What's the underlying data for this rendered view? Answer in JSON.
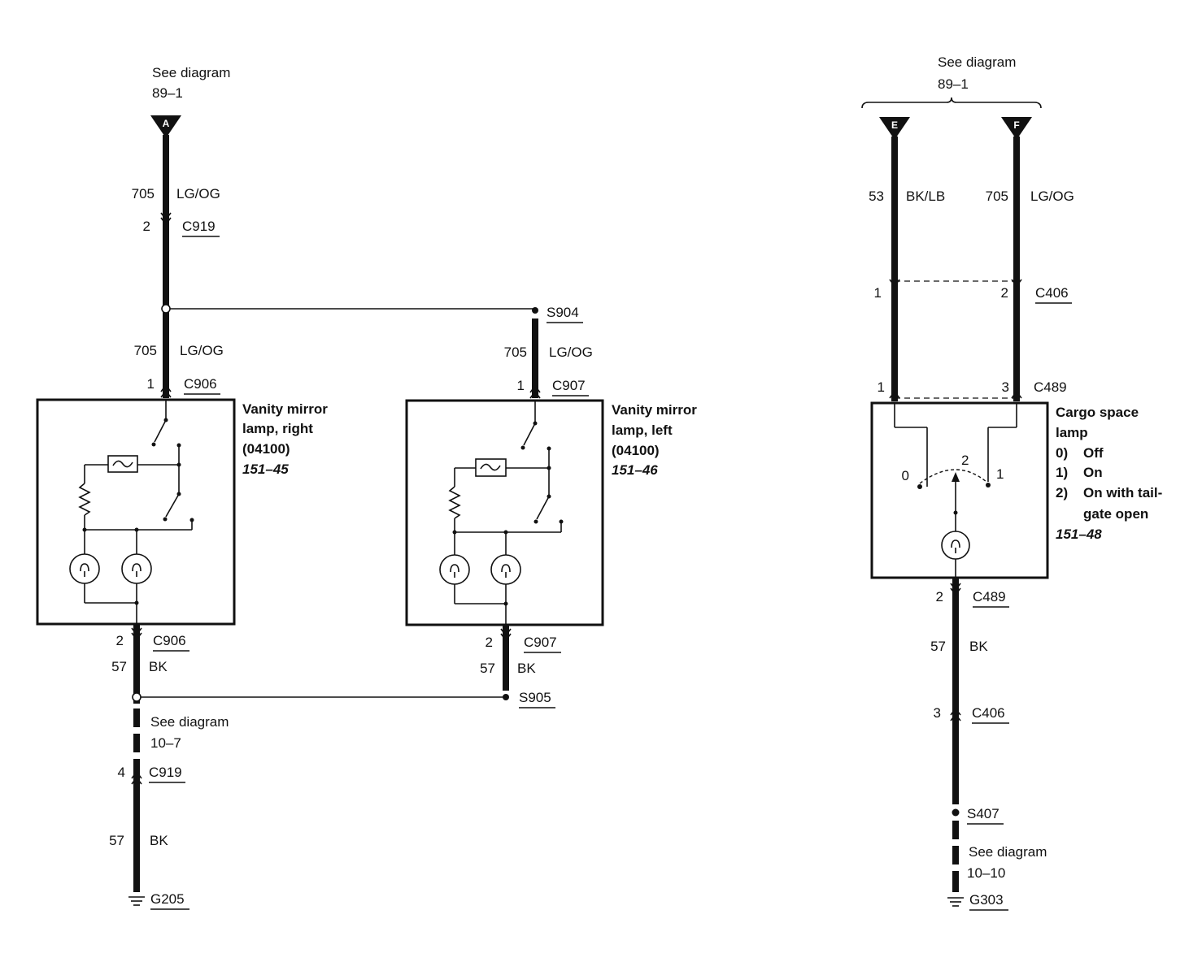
{
  "refs": {
    "top_left": {
      "label": "See diagram",
      "num": "89–1",
      "conn": "A"
    },
    "top_right": {
      "label": "See diagram",
      "num": "89–1",
      "conn_e": "E",
      "conn_f": "F"
    },
    "bottom_left": {
      "label": "See diagram",
      "num": "10–7"
    },
    "bottom_right": {
      "label": "See diagram",
      "num": "10–10"
    }
  },
  "left": {
    "w1": {
      "circuit": "705",
      "color": "LG/OG"
    },
    "c919_top": {
      "pin": "2",
      "name": "C919"
    },
    "w2": {
      "circuit": "705",
      "color": "LG/OG"
    },
    "c906_top": {
      "pin": "1",
      "name": "C906"
    },
    "comp": {
      "l1": "Vanity mirror",
      "l2": "lamp, right",
      "l3": "(04100)",
      "ref": "151–45"
    },
    "c906_bot": {
      "pin": "2",
      "name": "C906"
    },
    "w3": {
      "circuit": "57",
      "color": "BK"
    },
    "c919_bot": {
      "pin": "4",
      "name": "C919"
    },
    "w4": {
      "circuit": "57",
      "color": "BK"
    },
    "ground": "G205"
  },
  "middle": {
    "splice_top": "S904",
    "w1": {
      "circuit": "705",
      "color": "LG/OG"
    },
    "c907_top": {
      "pin": "1",
      "name": "C907"
    },
    "comp": {
      "l1": "Vanity mirror",
      "l2": "lamp, left",
      "l3": "(04100)",
      "ref": "151–46"
    },
    "c907_bot": {
      "pin": "2",
      "name": "C907"
    },
    "w2": {
      "circuit": "57",
      "color": "BK"
    },
    "splice_bot": "S905"
  },
  "right": {
    "we": {
      "circuit": "53",
      "color": "BK/LB"
    },
    "wf": {
      "circuit": "705",
      "color": "LG/OG"
    },
    "c406_top": {
      "pin_e": "1",
      "pin_f": "2",
      "name": "C406"
    },
    "c489_top": {
      "pin_e": "1",
      "pin_f": "3",
      "name": "C489"
    },
    "comp": {
      "l1": "Cargo space",
      "l2": "lamp",
      "o0n": "0)",
      "o0t": "Off",
      "o1n": "1)",
      "o1t": "On",
      "o2n": "2)",
      "o2t": "On with tail-",
      "o2t2": "gate open",
      "ref": "151–48",
      "sw0": "0",
      "sw1": "1",
      "sw2": "2"
    },
    "c489_bot": {
      "pin": "2",
      "name": "C489"
    },
    "w1": {
      "circuit": "57",
      "color": "BK"
    },
    "c406_bot": {
      "pin": "3",
      "name": "C406"
    },
    "splice": "S407",
    "ground": "G303"
  }
}
